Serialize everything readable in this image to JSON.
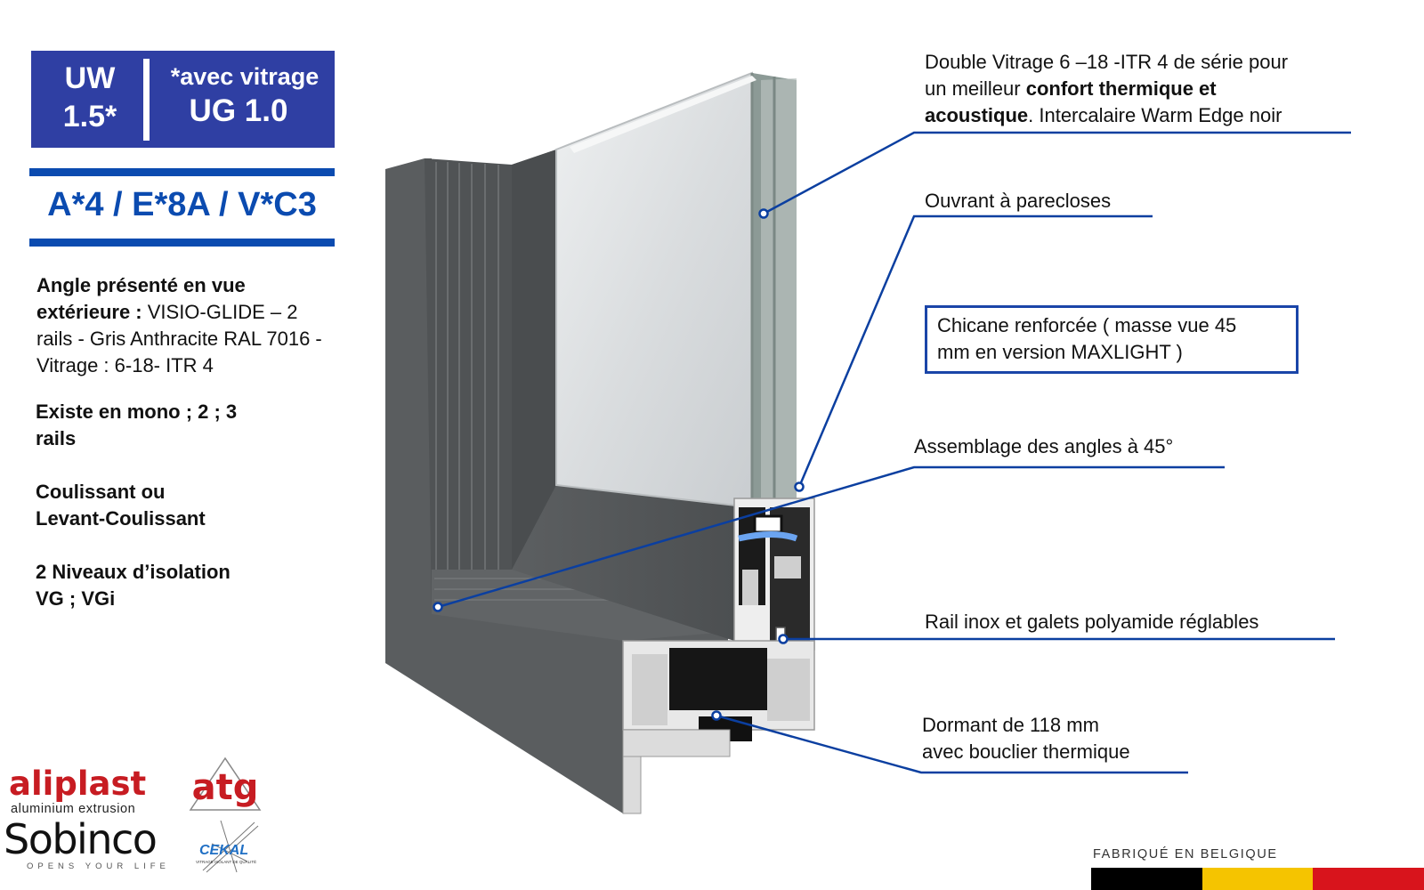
{
  "performance": {
    "uw_line1": "UW",
    "uw_line2": "1.5*",
    "note_line1": "*avec vitrage",
    "note_line2": "UG 1.0",
    "classification": "A*4 / E*8A / V*C3",
    "box_color": "#2f3fa3",
    "accent_color": "#0b4bb0"
  },
  "description": {
    "angle_bold": "Angle présenté en vue extérieure :",
    "angle_text": " VISIO-GLIDE – 2 rails - Gris Anthracite  RAL 7016 - Vitrage : 6-18- ITR 4",
    "rails_line1": "Existe en mono ; 2 ; 3",
    "rails_line2": "rails",
    "type_line1": "Coulissant ou",
    "type_line2": "Levant-Coulissant",
    "iso_line1": "2 Niveaux d’isolation",
    "iso_line2": "VG ; VGi"
  },
  "annotations": {
    "glazing_line1": "Double Vitrage 6 –18 -ITR 4 de série pour",
    "glazing_line2_a": "un meilleur ",
    "glazing_line2_b": "confort thermique et",
    "glazing_line3_a": "acoustique",
    "glazing_line3_b": ". Intercalaire Warm Edge noir",
    "sash": "Ouvrant à parecloses",
    "chicane_line1": "Chicane renforcée ( masse vue 45",
    "chicane_line2": "mm en version MAXLIGHT )",
    "corners": "Assemblage des angles à 45°",
    "rail": "Rail inox et galets polyamide réglables",
    "frame_line1": "Dormant de 118 mm",
    "frame_line2": "avec bouclier thermique",
    "leader_color": "#0b3fa0"
  },
  "logos": {
    "aliplast_name": "aliplast",
    "aliplast_sub": "aluminium extrusion",
    "atg": "atg",
    "sobinco_name": "Sobinco",
    "sobinco_tag": "OPENS YOUR LIFE",
    "cekal": "CEKAL",
    "cekal_sub": "VITRAGE ISOLANT DE QUALITÉ"
  },
  "footer": {
    "made_in": "FABRIQUÉ EN BELGIQUE",
    "flag_colors": [
      "#000000",
      "#f5c400",
      "#d8141c"
    ]
  }
}
